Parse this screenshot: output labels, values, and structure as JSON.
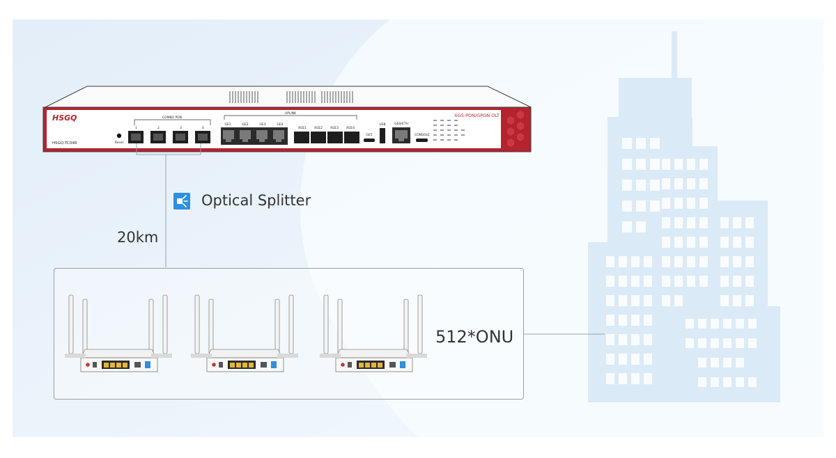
{
  "olt": {
    "brand": "HSGQ",
    "model": "HSGQ-TC04R",
    "product_type": "XGS-PON/GPON OLT",
    "combo_pon_label": "COMBO PON",
    "pon_ports": [
      "1",
      "2",
      "3",
      "4"
    ],
    "reset_label": "Reset",
    "uplink_label": "UPLINK",
    "ge_ports": [
      "GE1",
      "GE2",
      "GE3",
      "GE4"
    ],
    "xge_ports": [
      "XGE1",
      "XGE2",
      "XGE3",
      "XGE4"
    ],
    "ge5_label": "GE5",
    "usb_label": "USB",
    "oob_label": "GE0/ETH",
    "console_label": "CONSOLE"
  },
  "diagram": {
    "splitter_label": "Optical Splitter",
    "distance_label": "20km",
    "onu_label": "512*ONU",
    "onu_count_shown": 3
  },
  "colors": {
    "olt_red": "#b5232f",
    "splitter_blue": "#2f8fe0",
    "building": "#dbeaf7",
    "bg_blue": "#e8f2fb"
  }
}
